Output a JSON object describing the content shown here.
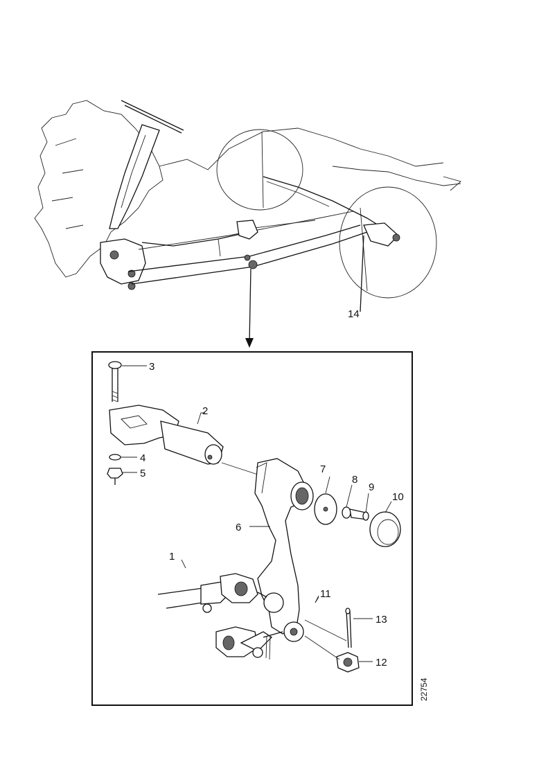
{
  "callouts": {
    "c1": "1",
    "c2": "2",
    "c3": "3",
    "c4": "4",
    "c5": "5",
    "c6": "6",
    "c7": "7",
    "c8": "8",
    "c9": "9",
    "c10": "10",
    "c11": "11",
    "c12": "12",
    "c13": "13",
    "c14": "14"
  },
  "figure_number": "22754"
}
